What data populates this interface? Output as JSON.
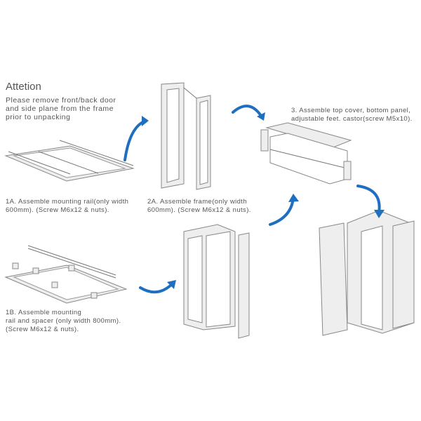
{
  "attention": {
    "title": "Attetion",
    "note": "Please remove front/back door\nand side plane from the frame\nprior to unpacking"
  },
  "steps": {
    "s1a": "1A. Assemble mounting rail(only width\n600mm). (Screw M6x12 & nuts).",
    "s1b": "1B. Assemble mounting\nrail and spacer (only width 800mm).\n(Screw M6x12 & nuts).",
    "s2a": "2A. Assemble frame(only width\n600mm). (Screw M6x12 & nuts).",
    "s3": "3. Assemble top cover, bottom panel,\nadjustable feet. castor(screw M5x10)."
  },
  "colors": {
    "arrow": "#1f6fc1",
    "text": "#555555"
  }
}
